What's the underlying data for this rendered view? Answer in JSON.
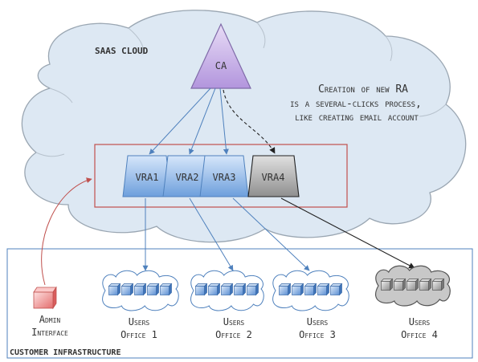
{
  "cloud": {
    "label": "SAAS CLOUD"
  },
  "ca": {
    "label": "CA"
  },
  "note": {
    "line1": "Creation of new RA",
    "line2": "is a several-clicks process,",
    "line3": "like creating email account"
  },
  "vras": [
    {
      "label": "VRA1",
      "status": "active"
    },
    {
      "label": "VRA2",
      "status": "active"
    },
    {
      "label": "VRA3",
      "status": "active"
    },
    {
      "label": "VRA4",
      "status": "new"
    }
  ],
  "admin": {
    "line1": "Admin",
    "line2": "Interface"
  },
  "offices": [
    {
      "line1": "Users",
      "line2": "Office 1"
    },
    {
      "line1": "Users",
      "line2": "Office 2"
    },
    {
      "line1": "Users",
      "line2": "Office 3"
    },
    {
      "line1": "Users",
      "line2": "Office 4"
    }
  ],
  "customer": {
    "label": "CUSTOMER INFRASTRUCTURE"
  },
  "colors": {
    "cloud_fill": "#dde8f3",
    "cloud_stroke": "#9aa6b2",
    "vra_fill": "#a9c8ee",
    "vra_new_fill": "#b3b3b3",
    "ca_fill": "#c9b3e6",
    "arrow_blue": "#4f81bd",
    "red_frame": "#c0504d",
    "admin_fill": "#f4a6a6",
    "office_new_fill": "#c8c8c8"
  }
}
